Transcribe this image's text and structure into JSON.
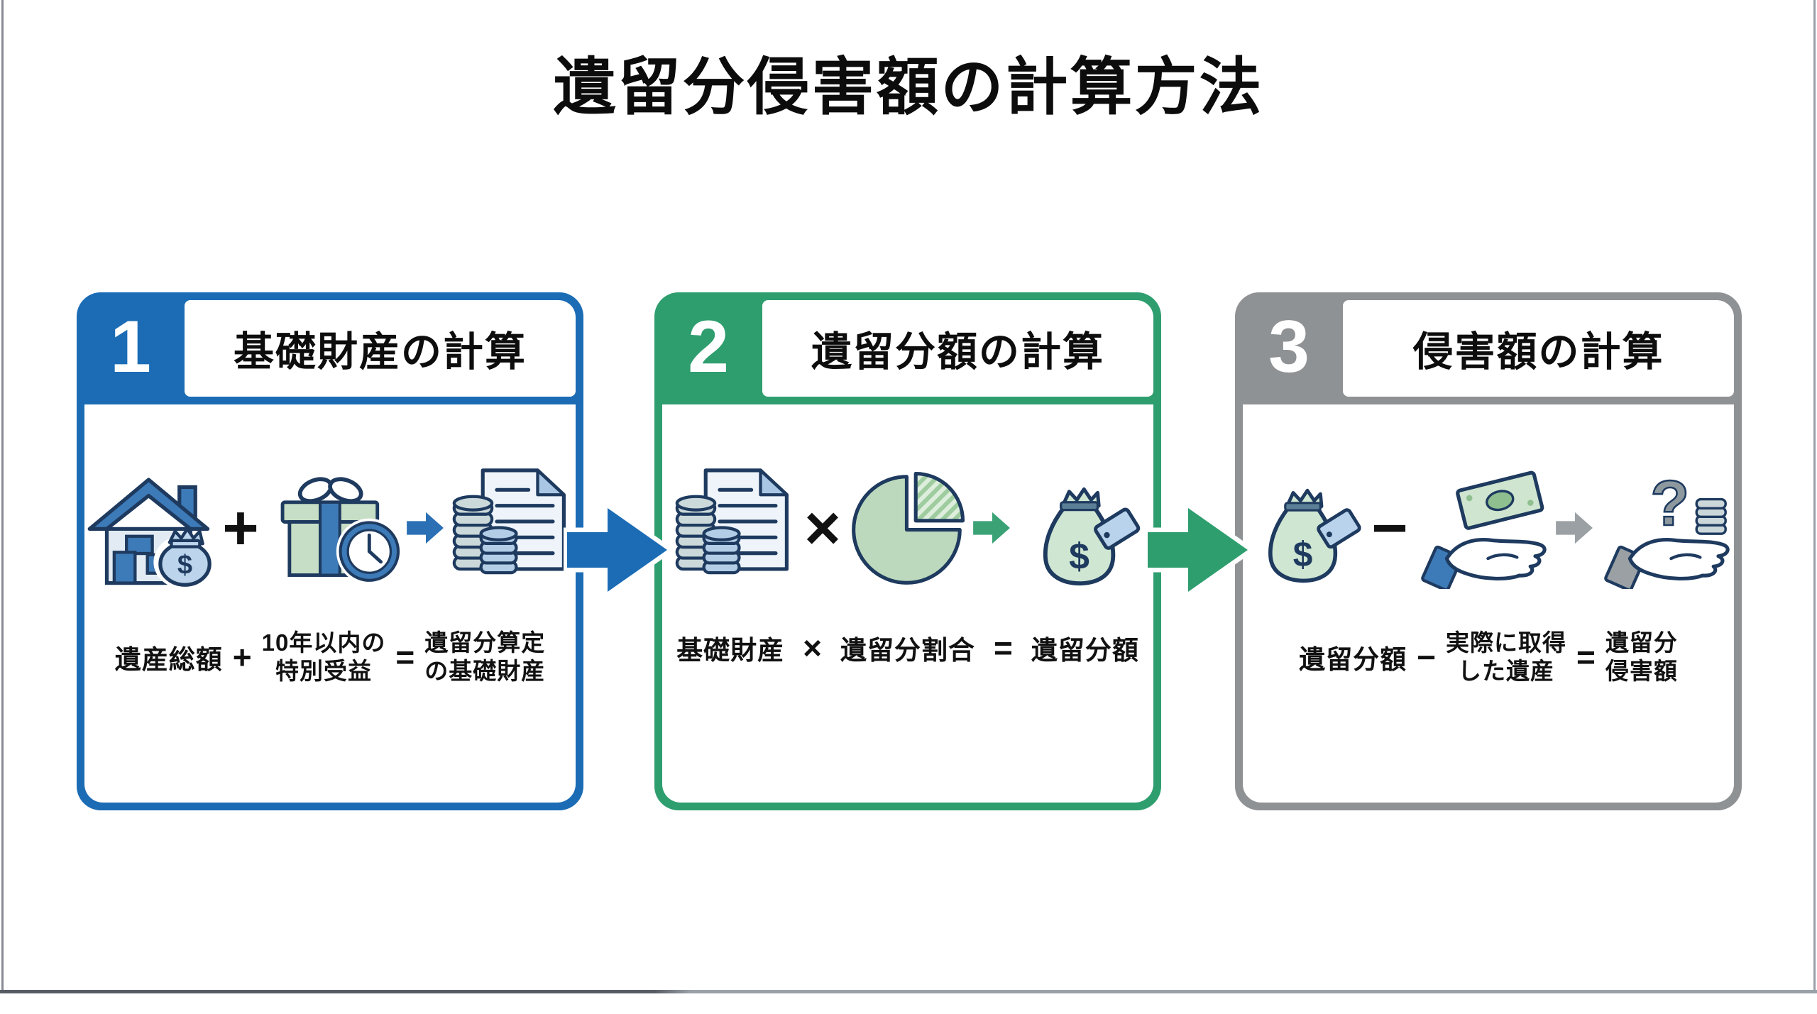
{
  "title": "遺留分侵害額の計算方法",
  "canvas": {
    "background": "#ffffff",
    "frame_line_dark": "#575c64",
    "frame_line_light": "#9ba1a9"
  },
  "colors": {
    "step1_accent": "#1b6cb5",
    "step2_accent": "#2e9e6e",
    "step3_accent": "#8f9294",
    "icon_outline": "#1e3a5f",
    "text": "#0d0d0d"
  },
  "flow_arrows": [
    {
      "between": "step1-step2",
      "color": "#1b6cb5"
    },
    {
      "between": "step2-step3",
      "color": "#2e9e6e"
    }
  ],
  "steps": [
    {
      "number": "1",
      "heading": "基礎財産の計算",
      "accent": "#1b6cb5",
      "icons": [
        "house-and-money-bag-icon",
        "plus-operator",
        "gift-and-clock-icon",
        "small-arrow-icon",
        "coins-and-document-icon"
      ],
      "formula": {
        "term1": "遺産総額",
        "operator": "+",
        "term2_line1": "10年以内の",
        "term2_line2": "特別受益",
        "equals": "=",
        "result_line1": "遺留分算定",
        "result_line2": "の基礎財産"
      }
    },
    {
      "number": "2",
      "heading": "遺留分額の計算",
      "accent": "#2e9e6e",
      "icons": [
        "coins-and-document-icon",
        "multiply-operator",
        "pie-chart-icon",
        "small-arrow-icon",
        "money-bag-with-tag-icon"
      ],
      "formula": {
        "term1": "基礎財産",
        "operator": "×",
        "term2": "遺留分割合",
        "equals": "=",
        "result": "遺留分額"
      }
    },
    {
      "number": "3",
      "heading": "侵害額の計算",
      "accent": "#8f9294",
      "icons": [
        "money-bag-with-tag-icon",
        "minus-operator",
        "hand-receiving-money-icon",
        "small-arrow-icon",
        "hand-with-question-and-coins-icon"
      ],
      "formula": {
        "term1": "遺留分額",
        "operator": "−",
        "term2_line1": "実際に取得",
        "term2_line2": "した遺産",
        "equals": "=",
        "result_line1": "遺留分",
        "result_line2": "侵害額"
      }
    }
  ]
}
